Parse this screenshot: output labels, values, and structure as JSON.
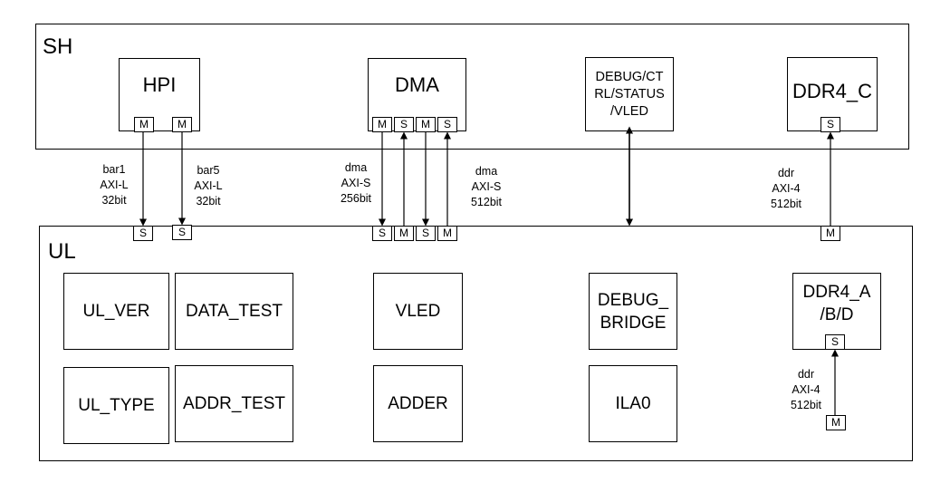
{
  "sh": {
    "label": "SH",
    "hpi": {
      "title": "HPI",
      "ports": [
        "M",
        "M"
      ]
    },
    "dma": {
      "title": "DMA",
      "ports": [
        "M",
        "S",
        "M",
        "S"
      ]
    },
    "debug": {
      "title": "DEBUG/CT\nRL/STATUS\n/VLED"
    },
    "ddr4c": {
      "title": "DDR4_C",
      "ports": [
        "S"
      ]
    }
  },
  "ul": {
    "label": "UL",
    "top_ports": {
      "bar1": "S",
      "bar5": "S",
      "dma": [
        "S",
        "M",
        "S",
        "M"
      ],
      "ddr": "M"
    },
    "blocks": {
      "ul_ver": "UL_VER",
      "data_test": "DATA_TEST",
      "vled": "VLED",
      "debug_bridge": "DEBUG_\nBRIDGE",
      "ddr4_abd": "DDR4_A\n/B/D",
      "ul_type": "UL_TYPE",
      "addr_test": "ADDR_TEST",
      "adder": "ADDER",
      "ila0": "ILA0"
    },
    "ddr4_abd_port": "S",
    "ddr_master": "M"
  },
  "connections": {
    "bar1": "bar1\nAXI-L\n32bit",
    "bar5": "bar5\nAXI-L\n32bit",
    "dma256": "dma\nAXI-S\n256bit",
    "dma512": "dma\nAXI-S\n512bit",
    "ddr_top": "ddr\nAXI-4\n512bit",
    "ddr_bottom": "ddr\nAXI-4\n512bit"
  }
}
